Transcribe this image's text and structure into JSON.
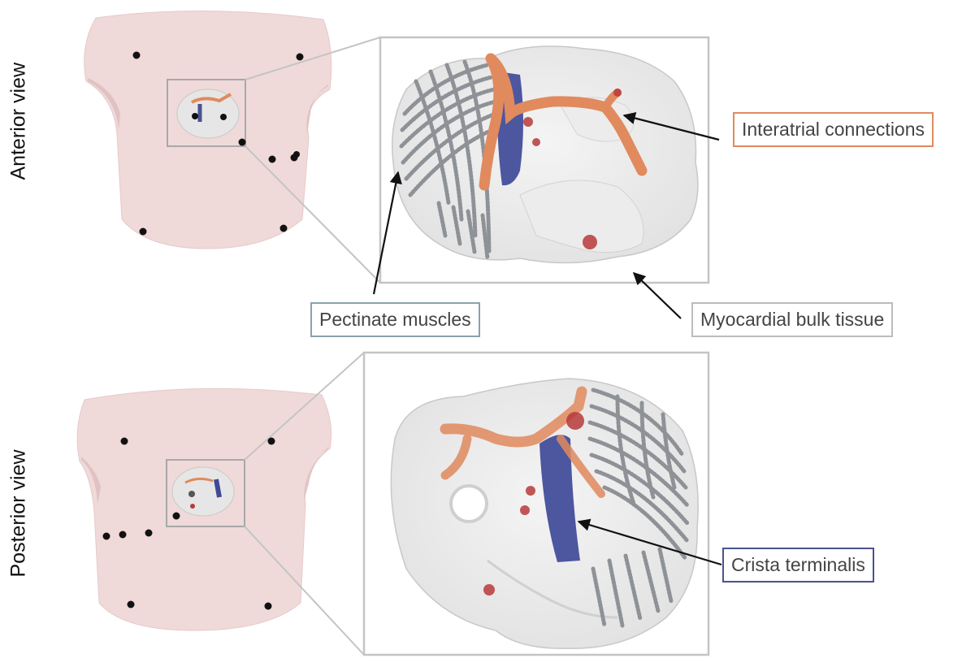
{
  "views": {
    "anterior": "Anterior view",
    "posterior": "Posterior view"
  },
  "labels": {
    "interatrial": "Interatrial connections",
    "pectinate": "Pectinate muscles",
    "bulk": "Myocardial bulk tissue",
    "crista": "Crista terminalis"
  },
  "colors": {
    "torso": "#f0d9d9",
    "torso_shade": "#dcbcbc",
    "electrode": "#111111",
    "interatrial": "#e08a5e",
    "pectinate": "#8aa2ab",
    "pectinate_fill": "#8e9297",
    "bulk_box": "#bcbcbc",
    "crista": "#3e4a98",
    "crista_border": "#4a5290",
    "node": "#b83a3a",
    "frame": "#c4c4c4"
  }
}
